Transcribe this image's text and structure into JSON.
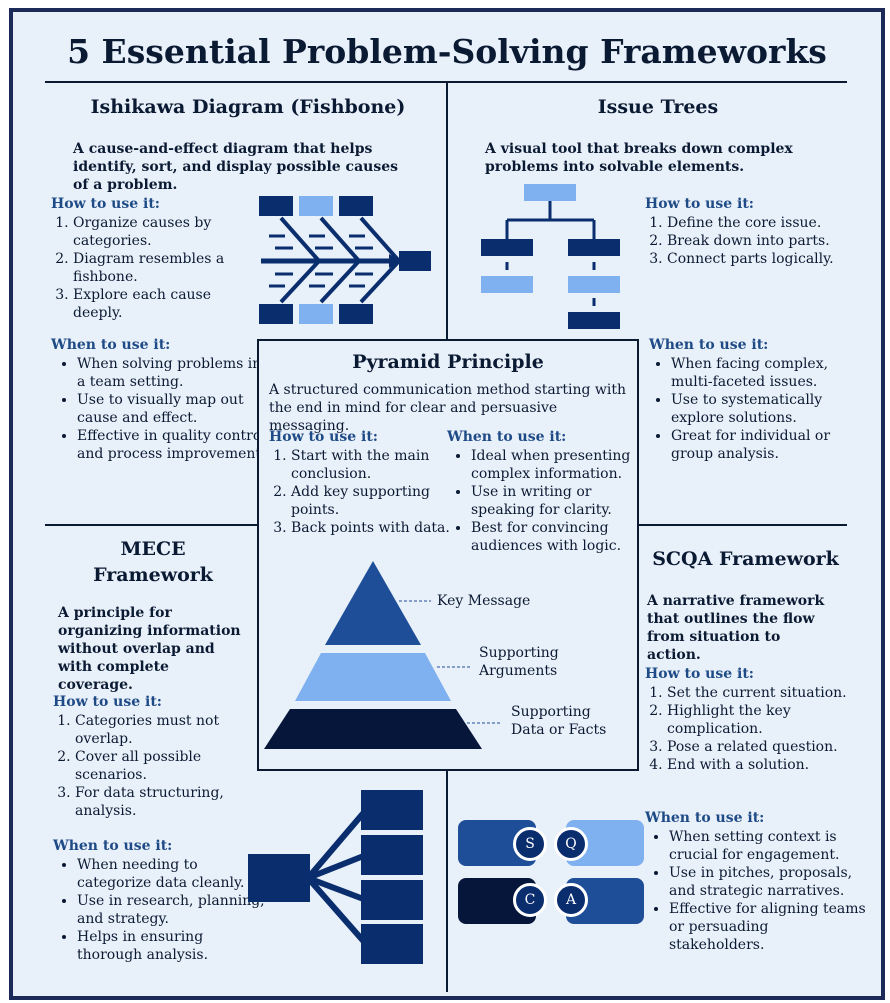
{
  "title": "5 Essential Problem-Solving Frameworks",
  "colors": {
    "navy": "#0a2d6e",
    "light": "#7fb0f0",
    "dark": "#06163a",
    "accent": "#1e4a86",
    "background": "#e8f0f9"
  },
  "ishikawa": {
    "title": "Ishikawa Diagram (Fishbone)",
    "description": "A cause-and-effect diagram that helps identify, sort, and display possible causes of a problem.",
    "how_label": "How to use it:",
    "how": [
      "Organize causes by categories.",
      "Diagram resembles a fishbone.",
      "Explore each cause deeply."
    ],
    "when_label": "When to use it:",
    "when": [
      "When solving problems in a team setting.",
      "Use to visually map out cause and effect.",
      "Effective in quality control and process improvement."
    ]
  },
  "issue_trees": {
    "title": "Issue Trees",
    "description": "A visual tool that breaks down complex problems into solvable elements.",
    "how_label": "How to use it:",
    "how": [
      "Define the core issue.",
      "Break down into parts.",
      "Connect parts logically."
    ],
    "when_label": "When to use it:",
    "when": [
      "When facing complex, multi-faceted issues.",
      "Use to systematically explore solutions.",
      "Great for individual or group analysis."
    ]
  },
  "pyramid": {
    "title": "Pyramid Principle",
    "description": "A structured communication method starting with the end in mind for clear and persuasive messaging.",
    "how_label": "How to use it:",
    "how": [
      "Start with the main conclusion.",
      "Add key supporting points.",
      "Back points with data."
    ],
    "when_label": "When to use it:",
    "when": [
      "Ideal when presenting complex information.",
      "Use in writing or speaking for clarity.",
      "Best for convincing audiences with logic."
    ],
    "levels": [
      "Key Message",
      "Supporting Arguments",
      "Supporting Data or Facts"
    ]
  },
  "mece": {
    "title": "MECE Framework",
    "description": "A principle for organizing information without overlap and with complete coverage.",
    "how_label": "How to use it:",
    "how": [
      "Categories must not overlap.",
      "Cover all possible scenarios.",
      "For data structuring, analysis."
    ],
    "when_label": "When to use it:",
    "when": [
      "When needing to categorize data cleanly.",
      "Use in research, planning, and strategy.",
      "Helps in ensuring thorough analysis."
    ]
  },
  "scqa": {
    "title": "SCQA Framework",
    "description": "A narrative framework that outlines the flow from situation to action.",
    "how_label": "How to use it:",
    "how": [
      "Set the current situation.",
      "Highlight the key complication.",
      "Pose a related question.",
      "End with a solution."
    ],
    "when_label": "When to use it:",
    "when": [
      "When setting context is crucial for engagement.",
      "Use in pitches, proposals, and strategic narratives.",
      "Effective for aligning teams or persuading stakeholders."
    ],
    "letters": [
      "S",
      "Q",
      "C",
      "A"
    ]
  }
}
